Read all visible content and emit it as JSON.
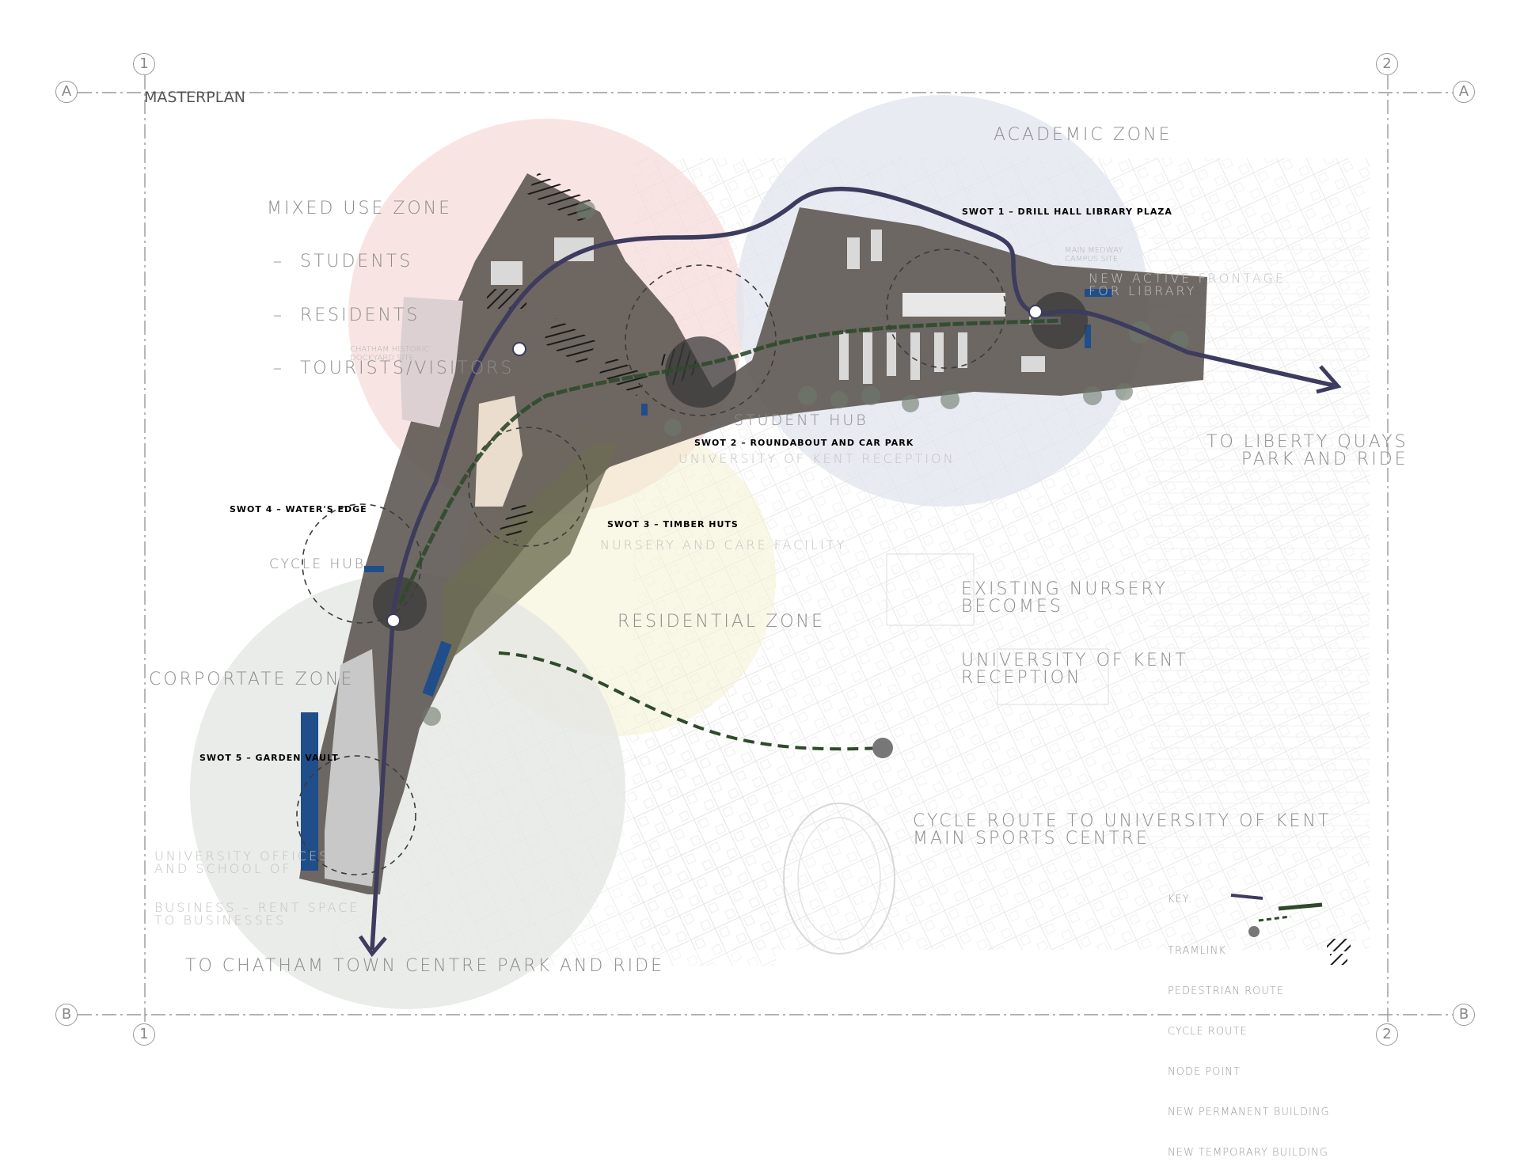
{
  "title": "MASTERPLAN",
  "grid": {
    "cols": [
      "1",
      "2"
    ],
    "rows": [
      "A",
      "B"
    ]
  },
  "zones": {
    "mixed_use": [
      "MIXED USE ZONE",
      "–  STUDENTS",
      "–  RESIDENTS",
      "–  TOURISTS/VISITORS"
    ],
    "academic": "ACADEMIC ZONE",
    "residential": "RESIDENTIAL ZONE",
    "corporate": "CORPORTATE ZONE"
  },
  "swots": {
    "s1": "SWOT 1 – DRILL HALL LIBRARY PLAZA",
    "s2": "SWOT 2 – ROUNDABOUT AND CAR PARK",
    "s3": "SWOT 3 – TIMBER HUTS",
    "s4": "SWOT 4 – WATER'S EDGE",
    "s5": "SWOT 5 – GARDEN VAULT"
  },
  "annotations": {
    "student_hub": "STUDENT HUB",
    "uok_reception": "UNIVERSITY OF KENT RECEPTION",
    "nursery": "NURSERY AND CARE FACILITY",
    "cycle_hub": "CYCLE HUB",
    "frontage": [
      "NEW ACTIVE FRONTAGE",
      "FOR LIBRARY"
    ],
    "existing_nursery": [
      "EXISTING NURSERY",
      "BECOMES",
      "UNIVERSITY OF KENT",
      "RECEPTION"
    ],
    "cycle_route": [
      "CYCLE ROUTE TO UNIVERSITY OF KENT",
      "MAIN SPORTS CENTRE"
    ],
    "liberty": [
      "TO LIBERTY QUAYS",
      "PARK AND RIDE"
    ],
    "chatham": "TO CHATHAM TOWN CENTRE PARK AND RIDE",
    "offices": [
      "UNIVERSITY OFFICES",
      "AND SCHOOL OF",
      "BUSINESS – RENT SPACE",
      "TO BUSINESSES"
    ],
    "dockyard": [
      "CHATHAM HISTORIC",
      "DOCKYARD SITE"
    ],
    "medway": [
      "MAIN MEDWAY",
      "CAMPUS SITE"
    ]
  },
  "key": {
    "heading": "KEY:",
    "items": [
      "TRAMLINK",
      "PEDESTRIAN ROUTE",
      "CYCLE ROUTE",
      "NODE POINT",
      "NEW PERMANENT BUILDING",
      "NEW TEMPORARY BUILDING"
    ]
  },
  "colors": {
    "tram": "#3d3b5e",
    "pedestrian": "#2f4a2b",
    "cycle": "#2f4a2b",
    "site": "#5a544e",
    "mixed_zone": "#f6d9d9",
    "academic_zone": "#e2e4ef",
    "residential_zone": "#f4f1d0",
    "corporate_zone": "#e3e6e1",
    "permanent_building": "#1f4e8a"
  },
  "icons": [
    "arrow-head-icon",
    "node-point-icon"
  ]
}
